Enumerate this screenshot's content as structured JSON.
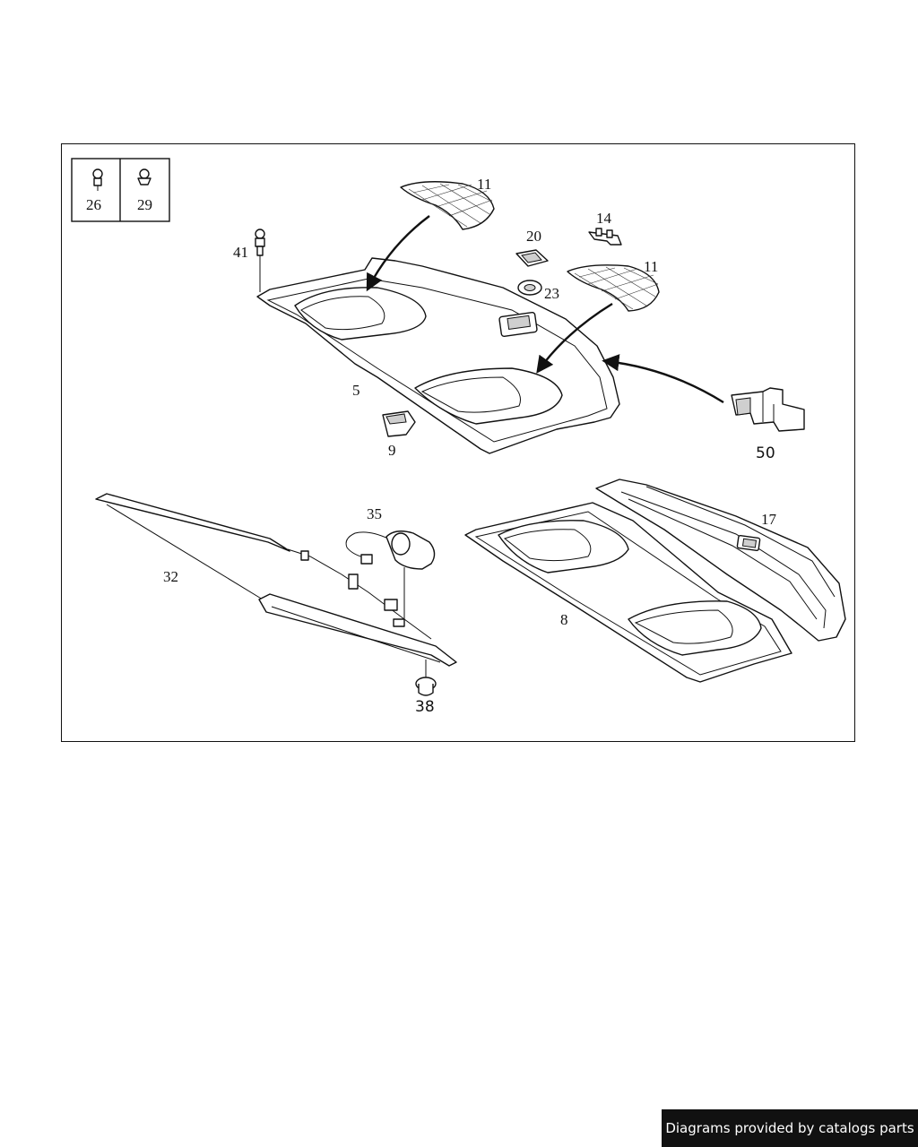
{
  "diagram": {
    "inset_labels": [
      "26",
      "29"
    ],
    "part_numbers": {
      "p41": "41",
      "p11a": "11",
      "p11b": "11",
      "p20": "20",
      "p14": "14",
      "p23": "23",
      "p5": "5",
      "p9": "9",
      "p50": "50",
      "p35": "35",
      "p17": "17",
      "p32": "32",
      "p8": "8",
      "p38": "38"
    }
  },
  "footer": {
    "credit": "Diagrams provided by catalogs parts"
  }
}
